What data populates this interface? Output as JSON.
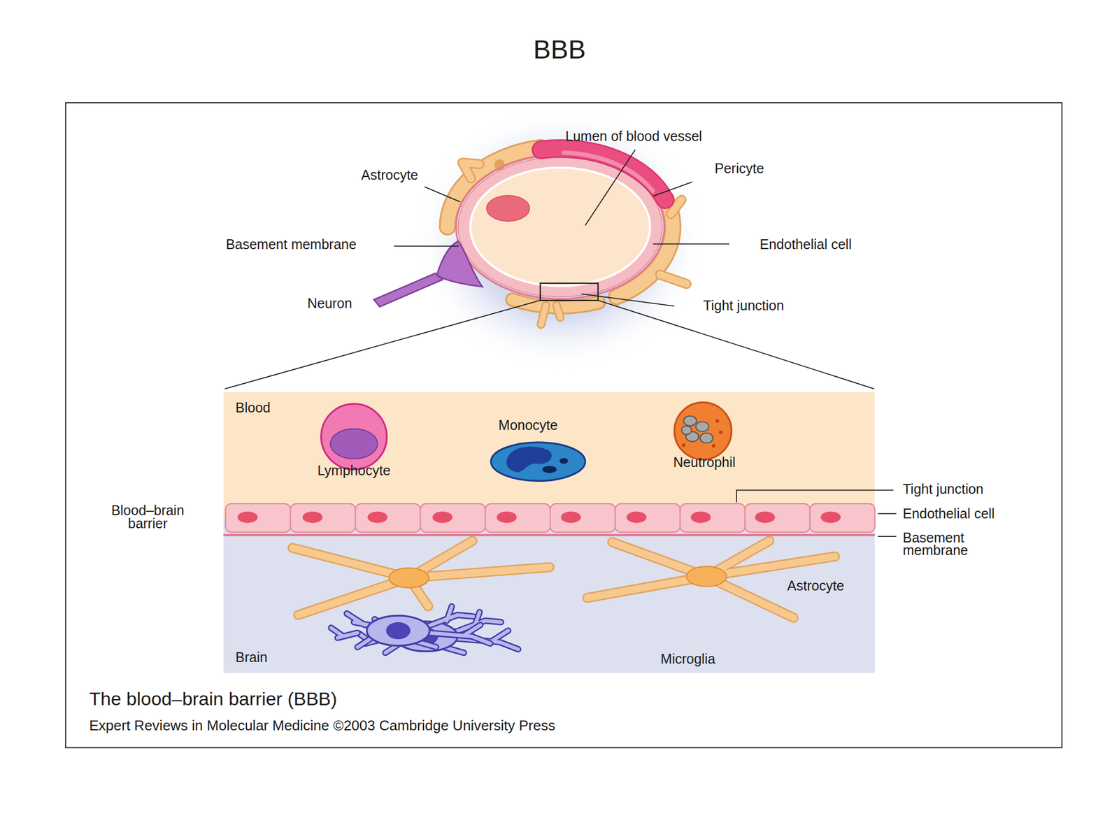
{
  "diagram": {
    "title": "BBB",
    "caption": "The blood–brain barrier (BBB)",
    "nodes": [
      {
        "text": [
          "Blood"
        ]
      },
      {
        "text": [
          "Brain"
        ]
      }
    ],
    "labels": [
      "Lumen of blood vessel",
      "Astrocyte",
      "Pericyte",
      "Basement membrane",
      "Endothelial cell",
      "Neuron",
      "Tight junction",
      "Lymphocyte",
      "Monocyte",
      "Neutrophil",
      "Tight junction",
      "Blood–brain barrier",
      "Endothelial cell",
      "Basement membrane",
      "Astrocyte",
      "Microglia",
      "Expert Reviews in Molecular Medicine ©2003 Cambridge University Press"
    ]
  }
}
